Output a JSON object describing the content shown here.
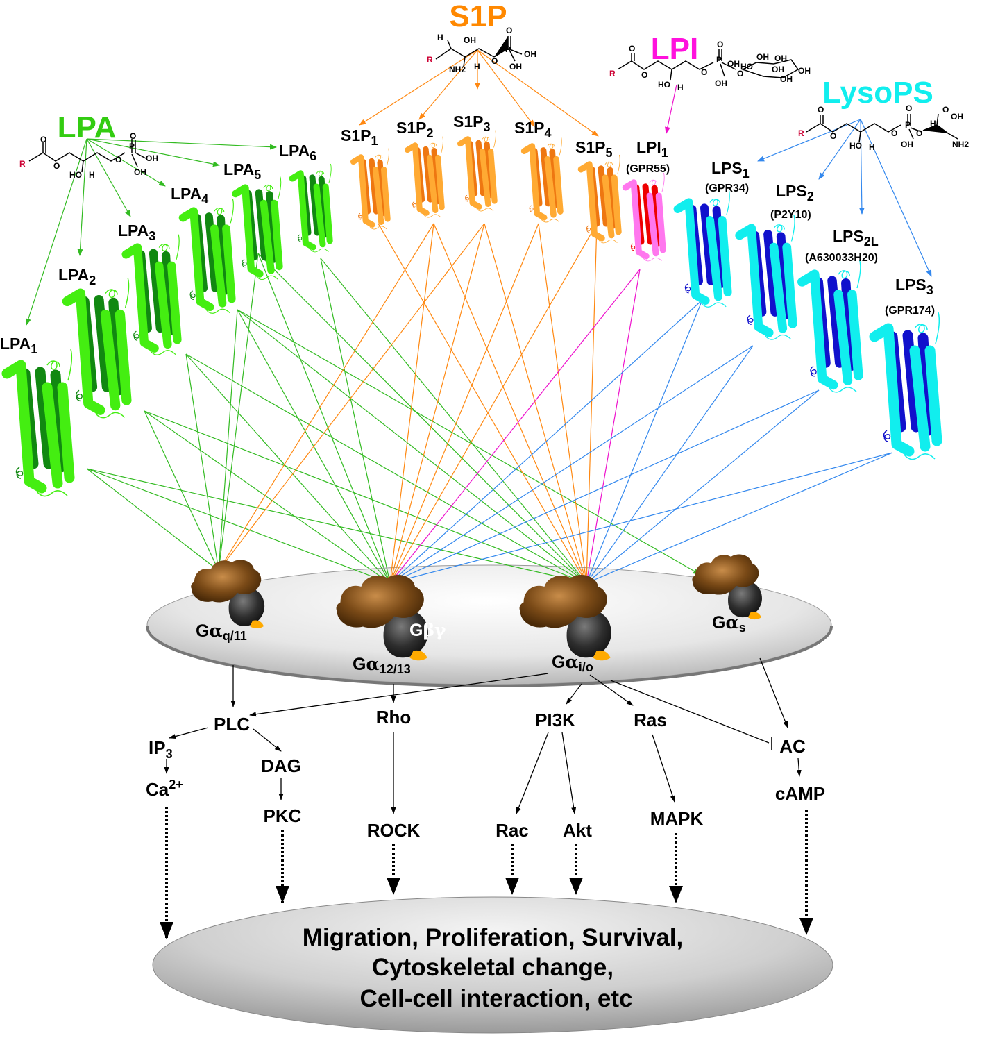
{
  "ligands": {
    "lpa": {
      "label": "LPA",
      "color": "#33cc11"
    },
    "s1p": {
      "label": "S1P",
      "color": "#ff8800"
    },
    "lpi": {
      "label": "LPI",
      "color": "#ff11dd"
    },
    "lysops": {
      "label": "LysoPS",
      "color": "#11eeee"
    }
  },
  "chem_labels": {
    "r": "R",
    "oh": "OH",
    "h": "H",
    "ho": "HO",
    "p": "P",
    "o": "O",
    "nh2": "NH2"
  },
  "receptors": {
    "lpa1": {
      "name": "LPA",
      "sub": "1"
    },
    "lpa2": {
      "name": "LPA",
      "sub": "2"
    },
    "lpa3": {
      "name": "LPA",
      "sub": "3"
    },
    "lpa4": {
      "name": "LPA",
      "sub": "4"
    },
    "lpa5": {
      "name": "LPA",
      "sub": "5"
    },
    "lpa6": {
      "name": "LPA",
      "sub": "6"
    },
    "s1p1": {
      "name": "S1P",
      "sub": "1"
    },
    "s1p2": {
      "name": "S1P",
      "sub": "2"
    },
    "s1p3": {
      "name": "S1P",
      "sub": "3"
    },
    "s1p4": {
      "name": "S1P",
      "sub": "4"
    },
    "s1p5": {
      "name": "S1P",
      "sub": "5"
    },
    "lpi1": {
      "name": "LPI",
      "sub": "1",
      "alias": "(GPR55)"
    },
    "lps1": {
      "name": "LPS",
      "sub": "1",
      "alias": "(GPR34)"
    },
    "lps2": {
      "name": "LPS",
      "sub": "2",
      "alias": "(P2Y10)"
    },
    "lps2l": {
      "name": "LPS",
      "sub": "2L",
      "alias": "(A630033H20)"
    },
    "lps3": {
      "name": "LPS",
      "sub": "3",
      "alias": "(GPR174)"
    }
  },
  "gproteins": {
    "gq": {
      "alpha": "α",
      "sub": "q/11"
    },
    "g12": {
      "alpha": "α",
      "sub": "12/13"
    },
    "gi": {
      "alpha": "α",
      "sub": "i/o"
    },
    "gs": {
      "alpha": "α",
      "sub": "s"
    },
    "gbg": {
      "label": "βγ"
    },
    "g_letter": "G"
  },
  "signaling": {
    "plc": "PLC",
    "rho": "Rho",
    "pi3k": "PI3K",
    "ras": "Ras",
    "ac": "AC",
    "ip3": "IP",
    "ip3_sub": "3",
    "dag": "DAG",
    "ca": "Ca",
    "ca_sup": "2+",
    "pkc": "PKC",
    "rock": "ROCK",
    "rac": "Rac",
    "akt": "Akt",
    "mapk": "MAPK",
    "camp": "cAMP"
  },
  "outcome": {
    "line1": "Migration, Proliferation, Survival,",
    "line2": "Cytoskeletal change,",
    "line3": "Cell-cell interaction, etc"
  },
  "colors": {
    "lpa_light": "#44ee11",
    "lpa_dark": "#118811",
    "s1p": "#ffaa33",
    "s1p_dark": "#ee7711",
    "lpi_light": "#ff77ee",
    "lpi_dark": "#ee0000",
    "lps_light": "#11eeee",
    "lps_dark": "#1111cc",
    "arrow_lpa": "#33bb22",
    "arrow_s1p": "#ff8811",
    "arrow_lpi": "#ee11cc",
    "arrow_lps": "#3388ee",
    "galpha": "#6b3f12",
    "gbeta": "#2a2a2a"
  }
}
